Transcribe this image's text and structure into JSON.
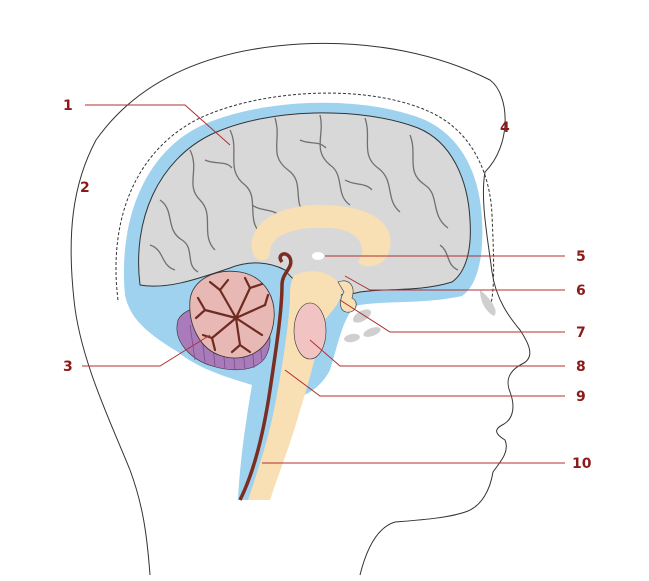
{
  "colors": {
    "label": "#8b1a1a",
    "leader": "#b03030",
    "outline": "#333333",
    "csf": "#9fd2ef",
    "brain": "#d8d8d8",
    "sulci": "#707070",
    "stem": "#f8dfb4",
    "cerebellum": "#e8b8b4",
    "arbor": "#6e2b22",
    "purple": "#a97bbb",
    "pituitary": "#f2c3c3",
    "vessel": "#7a2e22"
  },
  "labels": {
    "l1": "1",
    "l2": "2",
    "l3": "3",
    "l4": "4",
    "l5": "5",
    "l6": "6",
    "l7": "7",
    "l8": "8",
    "l9": "9",
    "l10": "10"
  }
}
